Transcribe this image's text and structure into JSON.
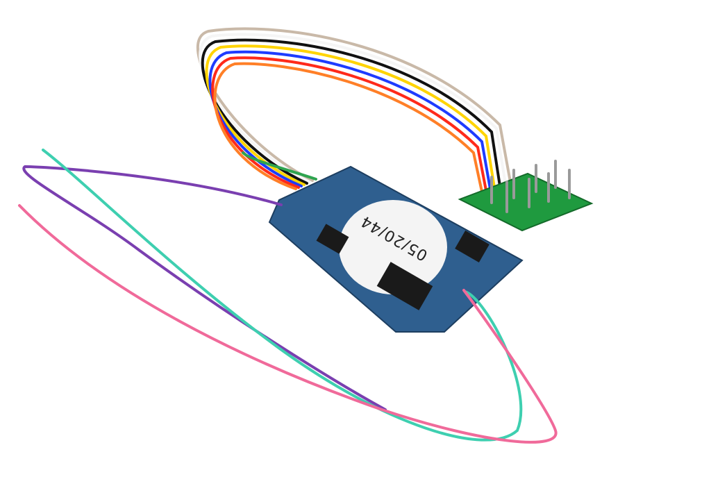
{
  "photo": {
    "subject": "model railway decoder with wiring harness",
    "background_color": "#ffffff",
    "decoder_board": {
      "color": "#2f5f8f",
      "label_text": "05/20/44"
    },
    "pin_header": {
      "color": "#1f9a3f",
      "pin_count": 8
    },
    "harness_wire_colors": [
      "#ff7f27",
      "#ff2a1a",
      "#ffd400",
      "#1e3cff",
      "#111111",
      "#f5f5f5",
      "#c9b9a8",
      "#2ea44f"
    ],
    "loose_wire_colors": {
      "purple": "#7a3fb0",
      "teal": "#3ecfb0",
      "pink": "#f06a9a"
    }
  }
}
